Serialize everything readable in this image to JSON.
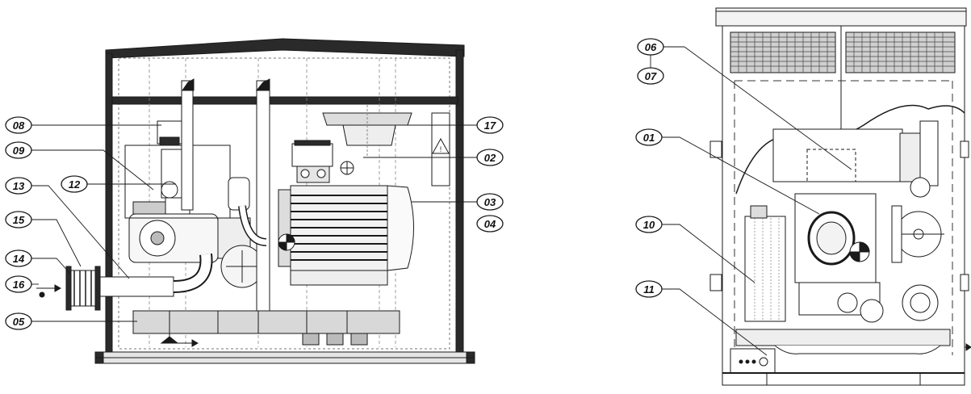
{
  "callouts_left": [
    {
      "id": "c08",
      "label": "08"
    },
    {
      "id": "c09",
      "label": "09"
    },
    {
      "id": "c13",
      "label": "13"
    },
    {
      "id": "c15",
      "label": "15"
    },
    {
      "id": "c14",
      "label": "14"
    },
    {
      "id": "c16",
      "label": "16"
    },
    {
      "id": "c05",
      "label": "05"
    },
    {
      "id": "c12",
      "label": "12"
    },
    {
      "id": "c17",
      "label": "17"
    },
    {
      "id": "c02",
      "label": "02"
    },
    {
      "id": "c03",
      "label": "03"
    },
    {
      "id": "c04",
      "label": "04"
    }
  ],
  "callouts_right": [
    {
      "id": "c06",
      "label": "06"
    },
    {
      "id": "c07",
      "label": "07"
    },
    {
      "id": "c01",
      "label": "01"
    },
    {
      "id": "c10",
      "label": "10"
    },
    {
      "id": "c11",
      "label": "11"
    }
  ],
  "colors": {
    "line": "#1a1a1a",
    "thin": "#555555",
    "fill_dark": "#2a2a2a",
    "fill_mid": "#9a9a9a",
    "fill_light": "#d8d8d8"
  },
  "icons": [
    "warning-triangle-icon",
    "flow-arrow-icon"
  ]
}
